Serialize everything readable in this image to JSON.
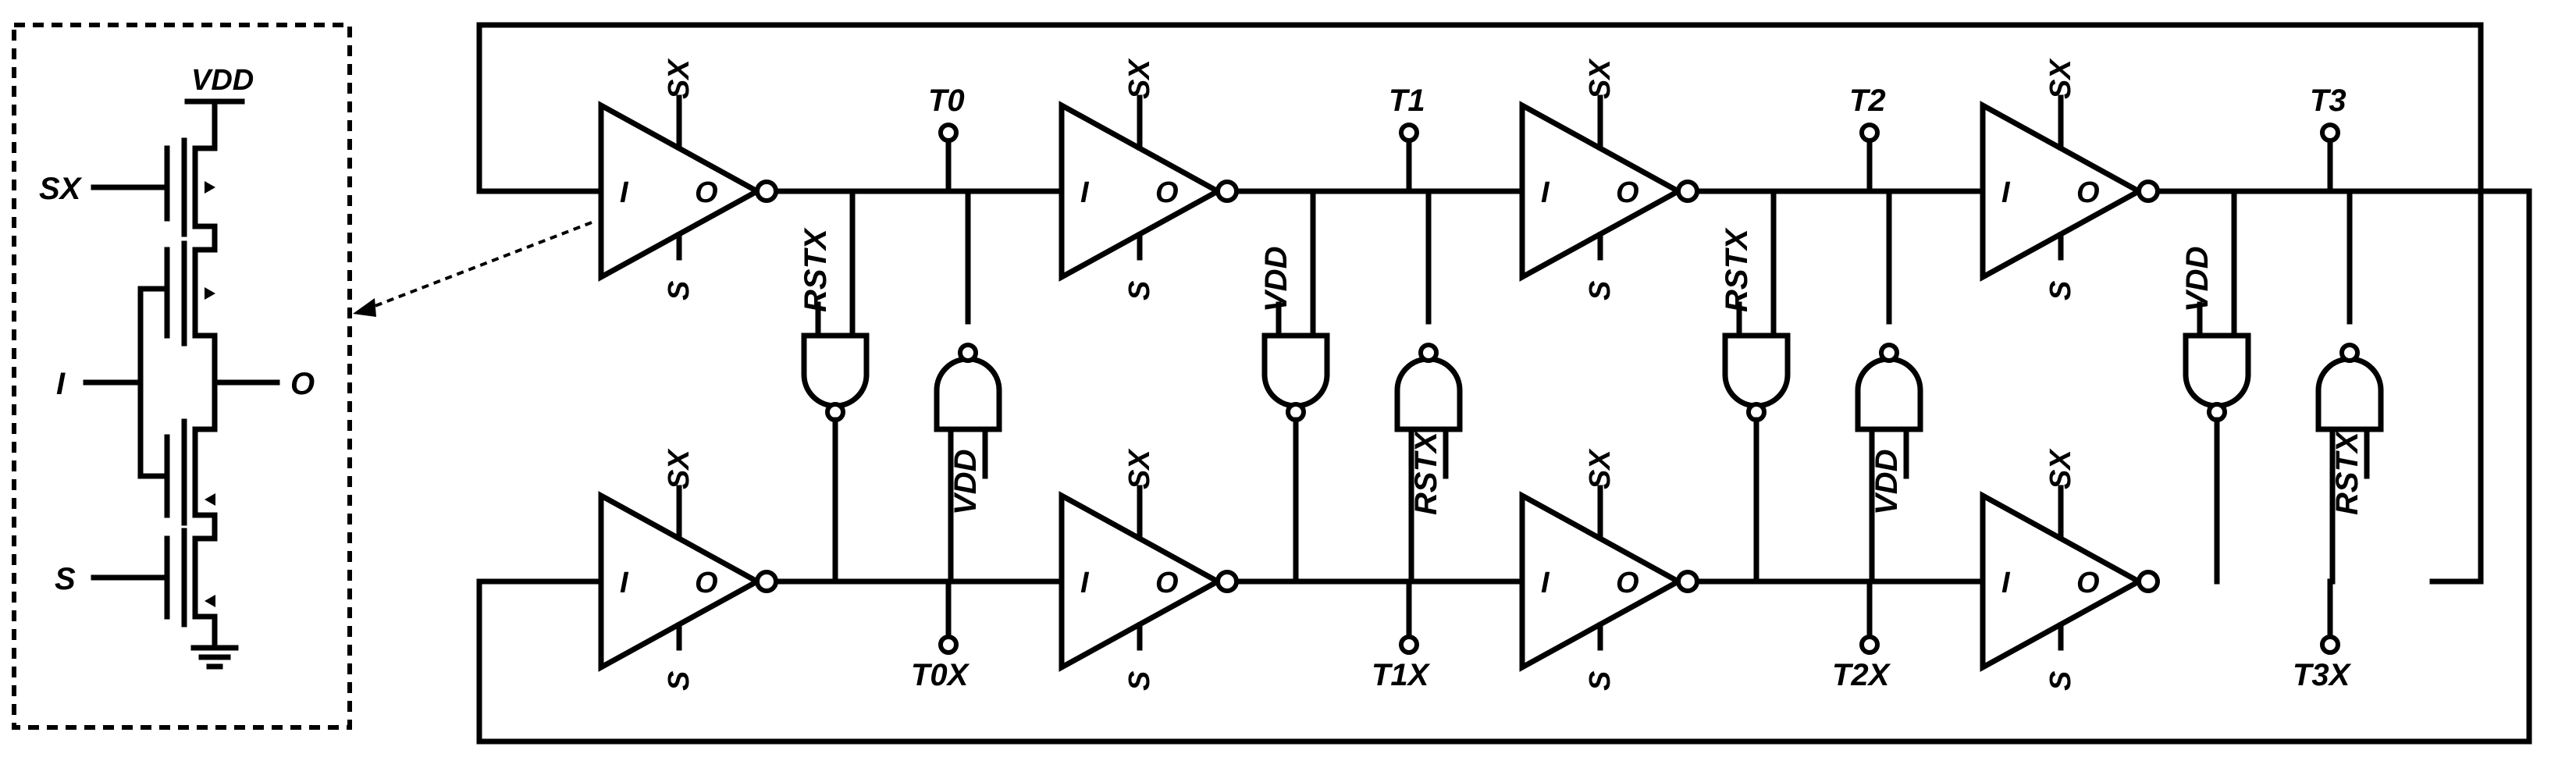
{
  "inset": {
    "vdd": "VDD",
    "sx": "SX",
    "in": "I",
    "out": "O",
    "s": "S"
  },
  "inverter": {
    "in": "I",
    "out": "O",
    "sx": "SX",
    "s": "S"
  },
  "taps_top": [
    "T0",
    "T1",
    "T2",
    "T3"
  ],
  "taps_bottom": [
    "T0X",
    "T1X",
    "T2X",
    "T3X"
  ],
  "gate_labels": [
    {
      "left": "RSTX",
      "right": "VDD"
    },
    {
      "left": "VDD",
      "right": "RSTX"
    },
    {
      "left": "RSTX",
      "right": "VDD"
    },
    {
      "left": "VDD",
      "right": "RSTX"
    }
  ]
}
